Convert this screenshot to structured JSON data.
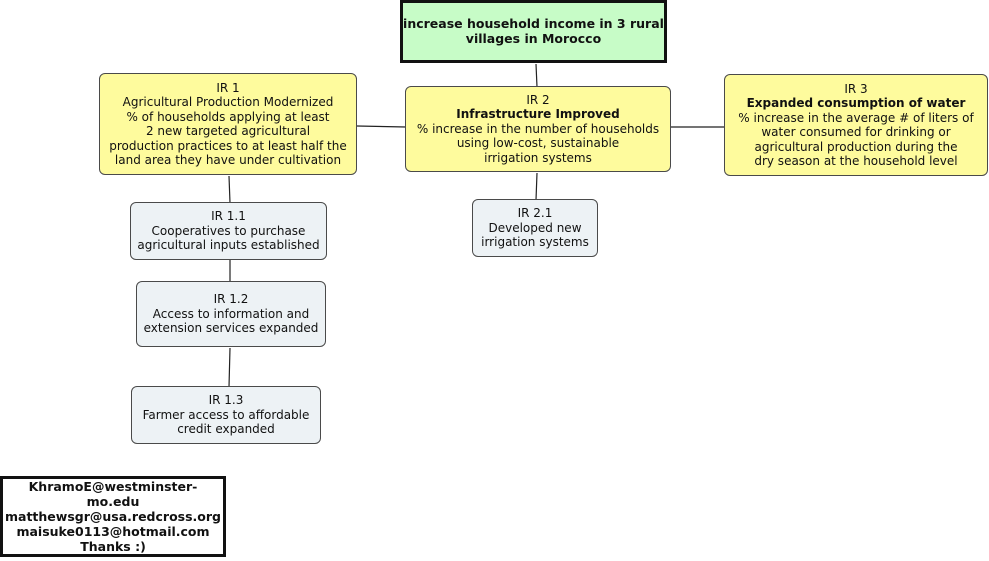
{
  "goal": {
    "line1": "increase household income in 3 rural",
    "line2": "villages in Morocco"
  },
  "ir1": {
    "code": "IR 1",
    "title": "Agricultural Production Modernized",
    "lines": [
      "% of households applying at least",
      "2 new targeted agricultural",
      "production practices to at least half the",
      "land area they have under cultivation"
    ]
  },
  "ir2": {
    "code": "IR 2",
    "title": "Infrastructure Improved",
    "lines": [
      "% increase in the number of households",
      "using low-cost, sustainable",
      "irrigation systems"
    ]
  },
  "ir3": {
    "code": "IR 3",
    "title": "Expanded consumption of water",
    "lines": [
      "% increase in the average # of liters of",
      "water consumed for drinking or",
      "agricultural production during the",
      "dry season at the household level"
    ]
  },
  "ir1_1": {
    "code": "IR 1.1",
    "lines": [
      "Cooperatives to purchase",
      "agricultural inputs established"
    ]
  },
  "ir1_2": {
    "code": "IR 1.2",
    "lines": [
      "Access to information and",
      "extension services expanded"
    ]
  },
  "ir1_3": {
    "code": "IR 1.3",
    "lines": [
      "Farmer access to affordable",
      "credit expanded"
    ]
  },
  "ir2_1": {
    "code": "IR 2.1",
    "lines": [
      "Developed new",
      "irrigation systems"
    ]
  },
  "contacts": {
    "lines": [
      "KhramoE@westminster-mo.edu",
      "matthewsgr@usa.redcross.org",
      "maisuke0113@hotmail.com",
      "Thanks :)"
    ]
  },
  "colors": {
    "goal_fill": "#c7fcc7",
    "ir_fill": "#fefb9d",
    "sub_fill": "#edf2f5",
    "line": "#222222"
  }
}
